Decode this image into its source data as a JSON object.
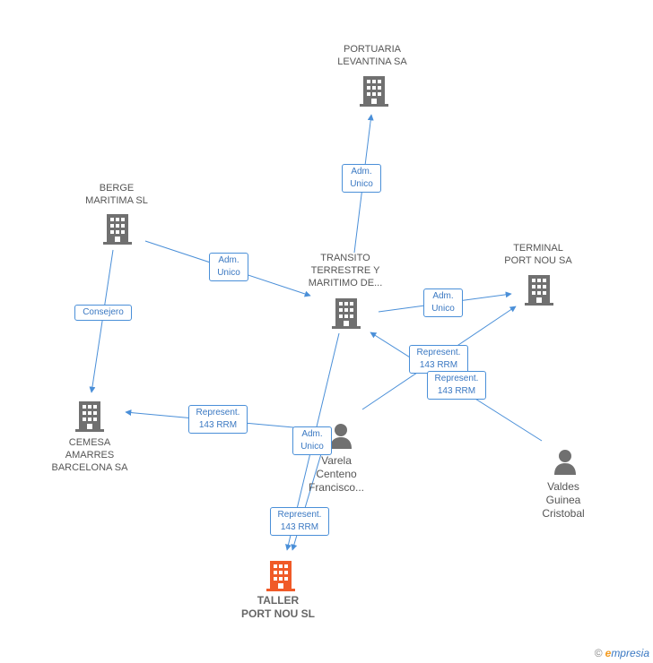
{
  "nodes": {
    "portuaria": {
      "label": "PORTUARIA\nLEVANTINA SA"
    },
    "berge": {
      "label": "BERGE\nMARITIMA SL"
    },
    "transito": {
      "label": "TRANSITO\nTERRESTRE Y\nMARITIMO DE..."
    },
    "terminal": {
      "label": "TERMINAL\nPORT NOU SA"
    },
    "cemesa": {
      "label": "CEMESA\nAMARRES\nBARCELONA SA"
    },
    "varela": {
      "label": "Varela\nCenteno\nFrancisco..."
    },
    "valdes": {
      "label": "Valdes\nGuinea\nCristobal"
    },
    "taller": {
      "label": "TALLER\nPORT NOU SL"
    }
  },
  "edges": {
    "transito_portuaria": "Adm.\nUnico",
    "berge_transito": "Adm.\nUnico",
    "berge_cemesa": "Consejero",
    "transito_terminal": "Adm.\nUnico",
    "varela_transito": "Represent.\n143 RRM",
    "valdes_transito": "Represent.\n143 RRM",
    "varela_cemesa": "Represent.\n143 RRM",
    "transito_taller": "Adm.\nUnico",
    "varela_taller": "Represent.\n143 RRM"
  },
  "colors": {
    "edge": "#4a8fd8",
    "building": "#707070",
    "focus": "#f05a28",
    "person": "#707070"
  },
  "footer": {
    "copyright": "©",
    "brand_initial": "e",
    "brand_rest": "mpresia"
  }
}
